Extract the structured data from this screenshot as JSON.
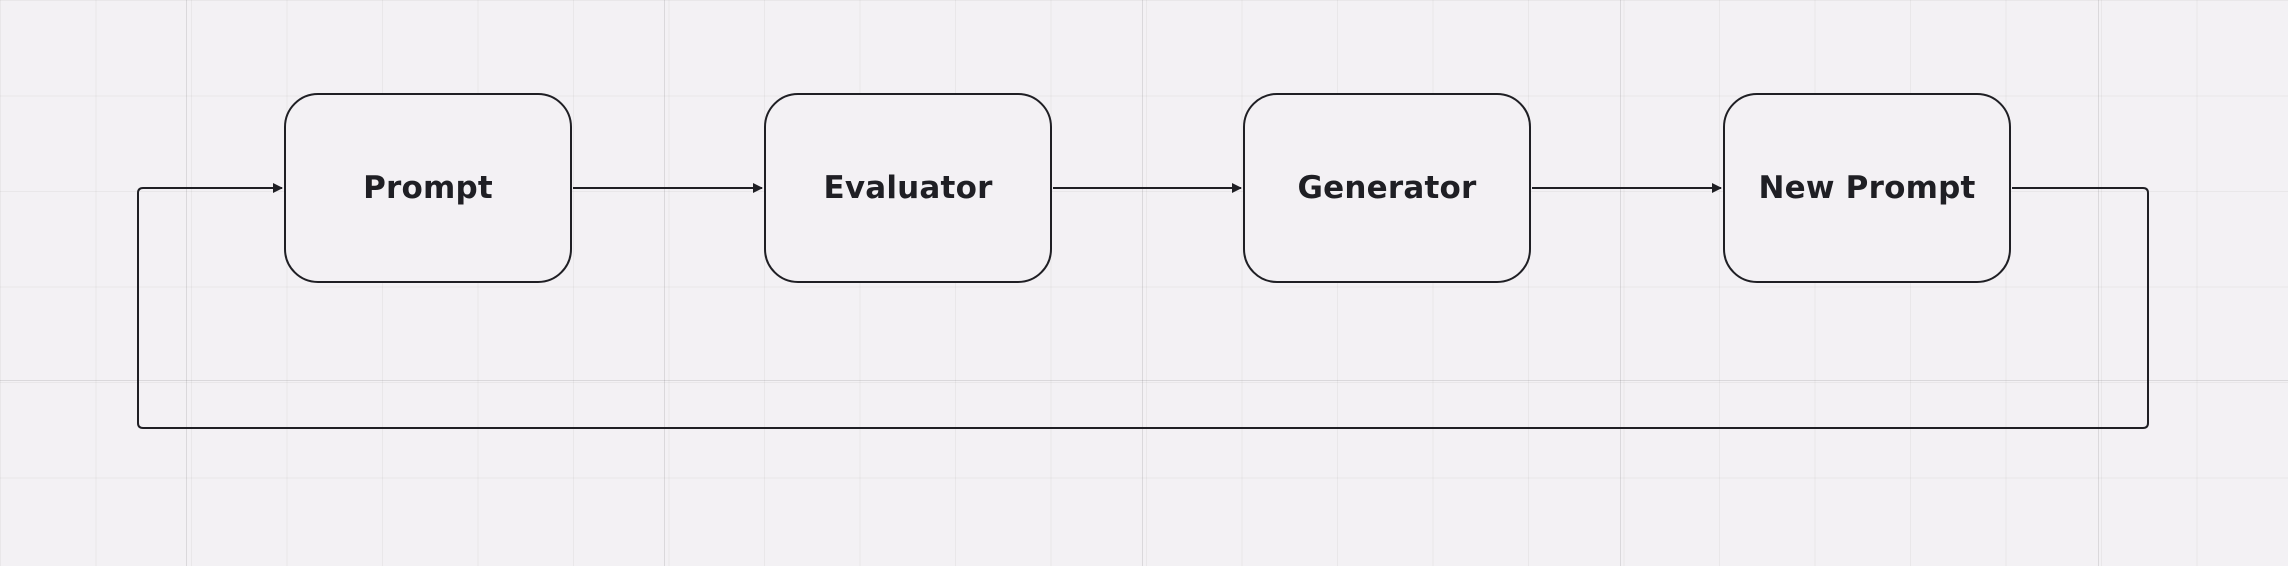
{
  "diagram": {
    "nodes": [
      {
        "id": "prompt",
        "label": "Prompt"
      },
      {
        "id": "evaluator",
        "label": "Evaluator"
      },
      {
        "id": "generator",
        "label": "Generator"
      },
      {
        "id": "new-prompt",
        "label": "New Prompt"
      }
    ],
    "edges": [
      {
        "from": "prompt",
        "to": "evaluator"
      },
      {
        "from": "evaluator",
        "to": "generator"
      },
      {
        "from": "generator",
        "to": "new-prompt"
      },
      {
        "from": "new-prompt",
        "to": "prompt"
      }
    ],
    "colors": {
      "background": "#f3f1f4",
      "stroke": "#1f1f24",
      "text": "#1f1f24"
    }
  }
}
